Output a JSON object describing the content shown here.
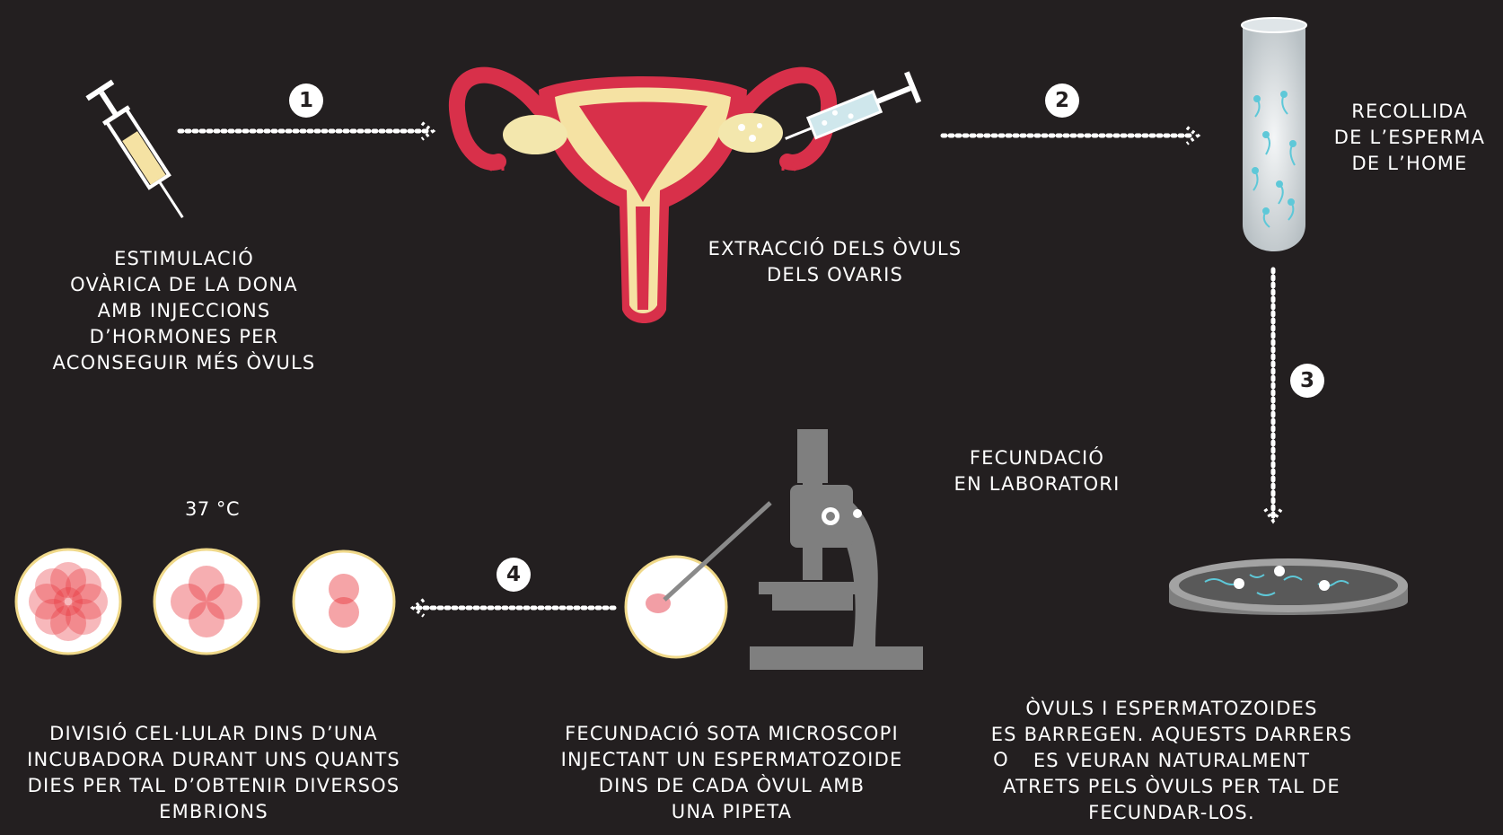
{
  "colors": {
    "background": "#231f20",
    "text": "#ffffff",
    "uterus_red": "#d8304a",
    "tissue_yellow": "#f5e2a3",
    "ovary_yellow": "#f3e7ad",
    "sperm_blue": "#5ec8d8",
    "microscope_gray": "#7f7f7f",
    "embryo_red": "#e8353c"
  },
  "steps": [
    {
      "number": "1",
      "caption": "ESTIMULACIÓ\nOVÀRICA DE LA DONA\nAMB INJECCIONS\nD’HORMONES PER\nACONSEGUIR MÉS ÒVULS"
    },
    {
      "number": "2",
      "caption": "EXTRACCIÓ DELS ÒVULS\nDELS OVARIS"
    },
    {
      "number": "3",
      "caption": "RECOLLIDA\nDE L’ESPERMA\nDE L’HOME"
    },
    {
      "number": "4",
      "caption": "ÒVULS I ESPERMATOZOIDES\nES BARREGEN. AQUESTS DARRERS\nES VEURAN NATURALMENT\nATRETS PELS ÒVULS PER TAL DE\nFECUNDAR-LOS."
    }
  ],
  "labels": {
    "fecundacio_laboratori": "FECUNDACIÓ\nEN LABORATORI",
    "microscopi": "FECUNDACIÓ SOTA MICROSCOPI\nINJECTANT UN ESPERMATOZOIDE\nDINS DE CADA ÒVUL AMB\nUNA PIPETA",
    "or_word": "O",
    "divisio": "DIVISIÓ CEL·LULAR DINS D’UNA\nINCUBADORA DURANT UNS QUANTS\nDIES PER TAL D’OBTENIR DIVERSOS\nEMBRIONS",
    "temperature": "37 °C"
  }
}
